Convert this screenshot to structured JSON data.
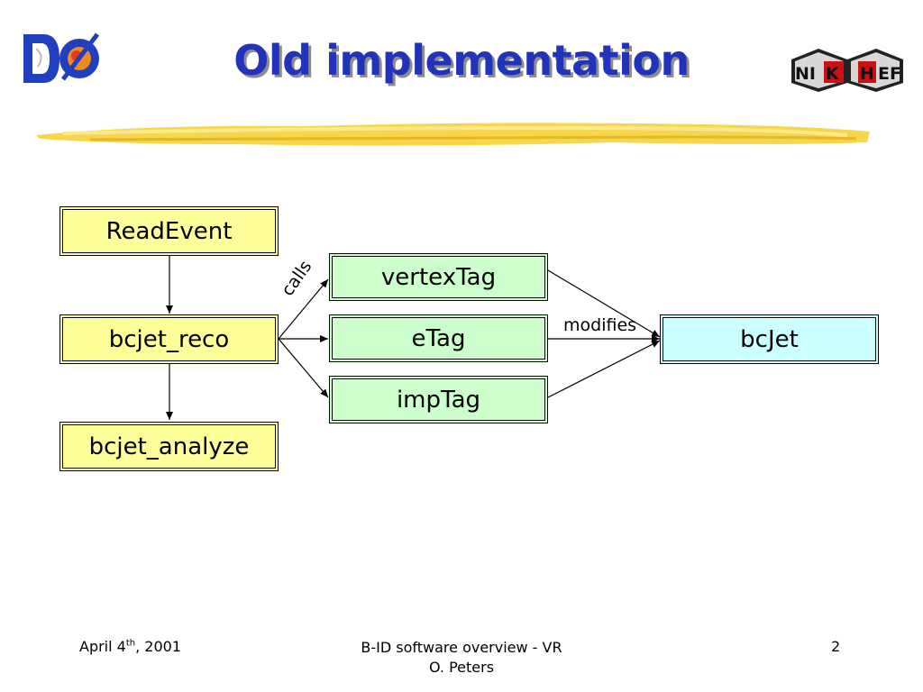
{
  "slide": {
    "title": "Old implementation"
  },
  "logos": {
    "left": "DØ",
    "right": "NIKHEF"
  },
  "diagram": {
    "nodes": {
      "readevent": "ReadEvent",
      "bcjet_reco": "bcjet_reco",
      "bcjet_analyze": "bcjet_analyze",
      "vertextag": "vertexTag",
      "etag": "eTag",
      "imptag": "impTag",
      "bcjet": "bcJet"
    },
    "labels": {
      "calls": "calls",
      "modifies": "modifies"
    }
  },
  "footer": {
    "date_prefix": "April 4",
    "date_sup": "th",
    "date_suffix": ", 2001",
    "center_line1": "B-ID software overview - VR",
    "center_line2": "O. Peters",
    "page_number": "2"
  },
  "colors": {
    "title": "#2233bb",
    "process_box": "#ffff99",
    "tag_box": "#ccffcc",
    "data_box": "#ccffff",
    "highlight": "#f5d23a"
  }
}
